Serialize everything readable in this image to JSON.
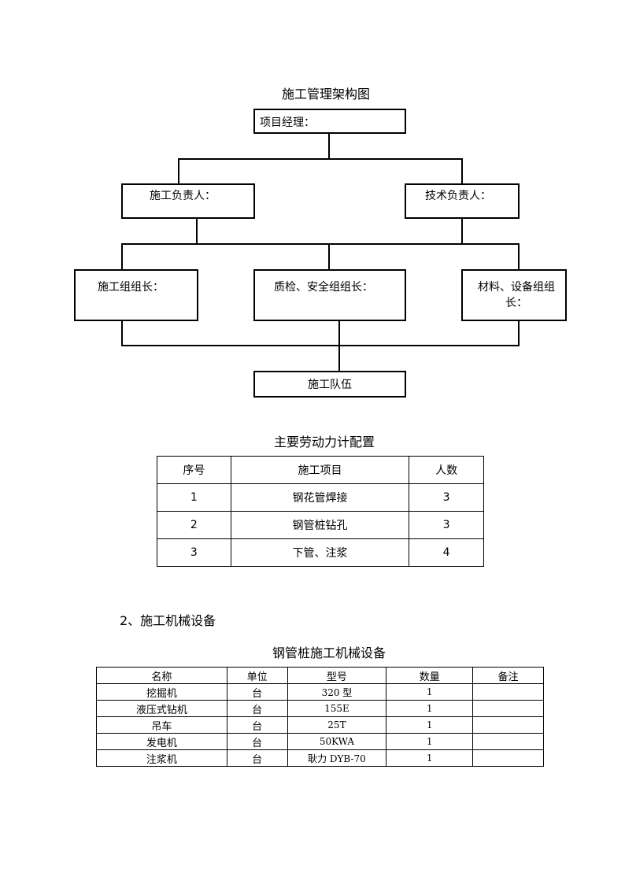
{
  "org_chart": {
    "title": "施工管理架构图",
    "project_manager": "项目经理：",
    "construction_lead": "施工负责人：",
    "technical_lead": "技术负责人：",
    "group_leader": "施工组组长：",
    "qc_safety_leader": "质检、安全组组长：",
    "material_equipment_leader": "材料、设备组组长：",
    "team": "施工队伍"
  },
  "labor": {
    "title": "主要劳动力计配置",
    "headers": [
      "序号",
      "施工项目",
      "人数"
    ],
    "rows": [
      [
        "1",
        "钢花管焊接",
        "3"
      ],
      [
        "2",
        "钢管桩钻孔",
        "3"
      ],
      [
        "3",
        "下管、注浆",
        "4"
      ]
    ]
  },
  "section_heading": "2、施工机械设备",
  "equipment": {
    "title": "钢管桩施工机械设备",
    "headers": [
      "名称",
      "单位",
      "型号",
      "数量",
      "备注"
    ],
    "rows": [
      [
        "挖掘机",
        "台",
        "320 型",
        "1",
        ""
      ],
      [
        "液压式钻机",
        "台",
        "155E",
        "1",
        ""
      ],
      [
        "吊车",
        "台",
        "25T",
        "1",
        ""
      ],
      [
        "发电机",
        "台",
        "50KWA",
        "1",
        ""
      ],
      [
        "注浆机",
        "台",
        "耿力 DYB-70",
        "1",
        ""
      ]
    ]
  }
}
